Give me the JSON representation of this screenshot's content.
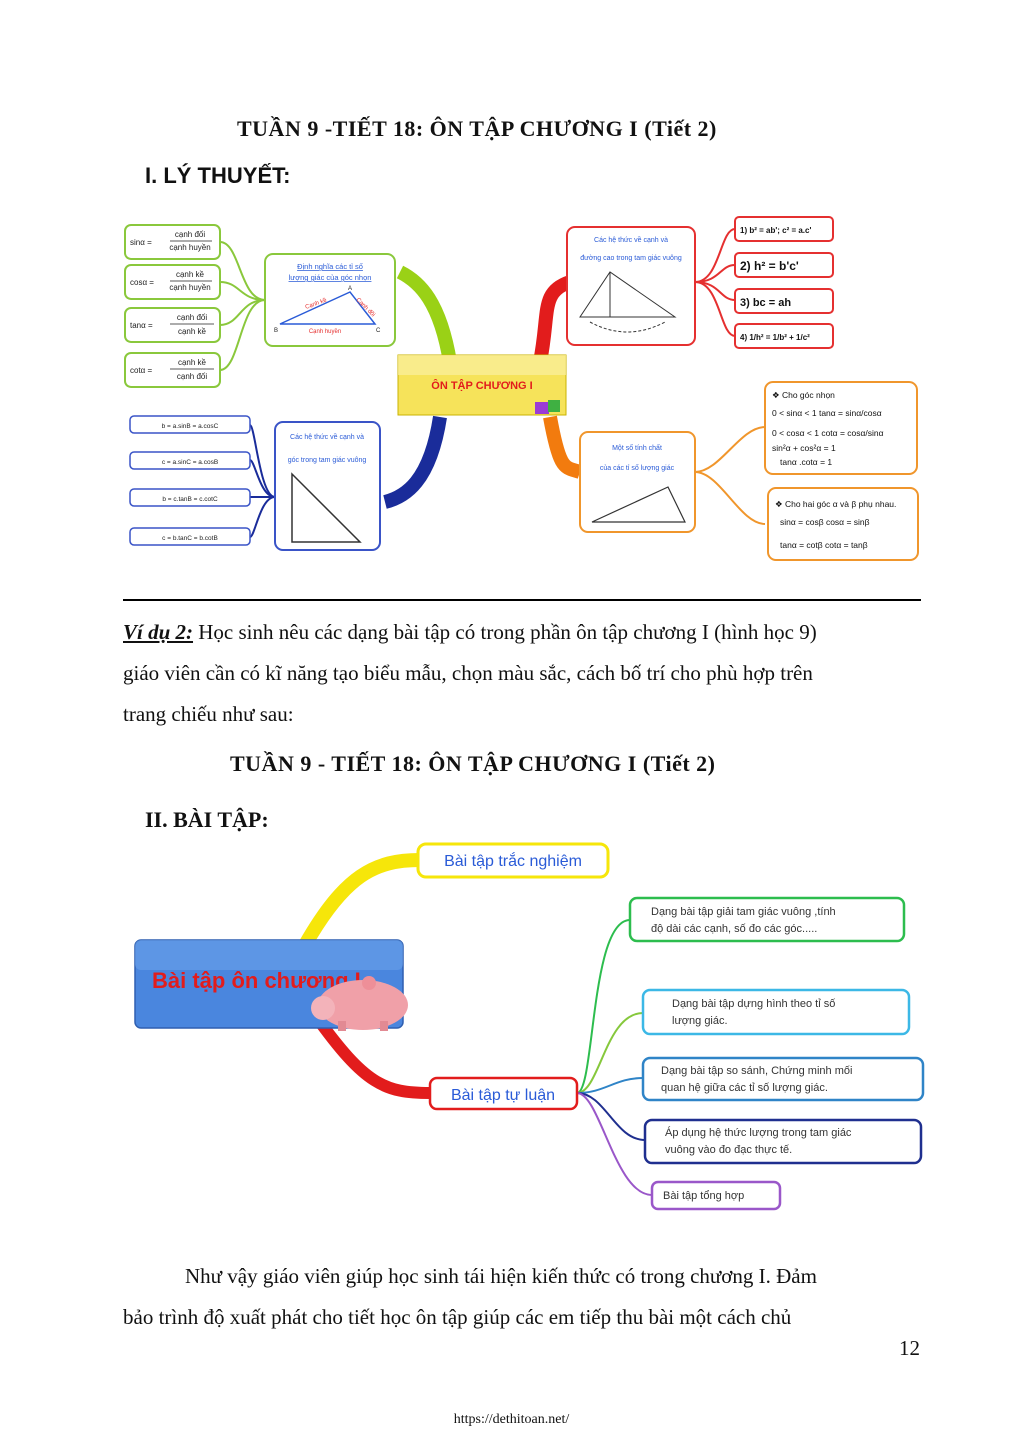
{
  "page": {
    "title_1": "TUẦN 9 -TIẾT 18:  ÔN TẬP CHƯƠNG I  (Tiết 2)",
    "section_1": "I. LÝ THUYẾT:",
    "example_label": "Ví dụ 2:",
    "example_text_1": " Học sinh nêu các dạng bài tập có trong phần ôn tập chương I (hình học 9)",
    "example_text_2": "giáo viên cần có kĩ năng tạo biểu mẫu, chọn màu sắc, cách bố trí cho phù hợp trên",
    "example_text_3": "trang chiếu như sau:",
    "title_2": "TUẦN 9 - TIẾT 18:  ÔN TẬP CHƯƠNG I  (Tiết 2)",
    "section_2": "II. BÀI TẬP:",
    "closing_1": "Như vậy giáo viên giúp học sinh tái hiện kiến thức có trong chương I. Đảm",
    "closing_2": "bảo trình độ xuất phát cho tiết học ôn tập giúp các em tiếp thu bài một cách chủ",
    "page_number": "12",
    "footer_url": "https://dethitoan.net/"
  },
  "mindmap_1": {
    "center": "ÔN TẬP CHƯƠNG I",
    "def_box_title_1": "Định nghĩa các tỉ số",
    "def_box_title_2": "lượng giác của góc nhọn",
    "def_tri_labels": {
      "adj": "Cạnh kề",
      "opp": "Cạnh đối",
      "hyp": "Cạnh huyền",
      "A": "A",
      "B": "B",
      "C": "C"
    },
    "ratios": [
      {
        "lhs": "sinα =",
        "num": "cạnh đối",
        "den": "cạnh huyền"
      },
      {
        "lhs": "cosα =",
        "num": "cạnh kề",
        "den": "cạnh huyền"
      },
      {
        "lhs": "tanα =",
        "num": "cạnh đối",
        "den": "cạnh kề"
      },
      {
        "lhs": "cotα =",
        "num": "cạnh kề",
        "den": "cạnh đối"
      }
    ],
    "rel_box_title_1": "Các hệ thức về cạnh và",
    "rel_box_title_2": "đường cao trong tam giác vuông",
    "rel_formulas": [
      "1) b² = ab'; c² = a.c'",
      "2) h² = b'c'",
      "3) bc = ah",
      "4) 1/h² = 1/b² + 1/c²"
    ],
    "angle_box_title_1": "Các hệ thức về cạnh và",
    "angle_box_title_2": "góc trong tam giác vuông",
    "angle_formulas": [
      "b = a.sinB = a.cosC",
      "c = a.sinC = a.cosB",
      "b = c.tanB = c.cotC",
      "c = b.tanC = b.cotB"
    ],
    "prop_box_title_1": "Một số tính chất",
    "prop_box_title_2": "của các tỉ số lượng giác",
    "prop_1_lines": [
      "❖ Cho góc nhọn",
      "0 < sinα < 1   tanα = sinα/cosα",
      "0 < cosα < 1   cotα = cosα/sinα",
      "sin²α + cos²α = 1",
      "tanα .cotα =  1"
    ],
    "prop_2_lines": [
      "❖ Cho hai góc α và β phụ nhau.",
      "sinα = cosβ   cosα = sinβ",
      "tanα = cotβ   cotα = tanβ"
    ]
  },
  "mindmap_2": {
    "center": "Bài tập ôn chương I",
    "multiple_choice": "Bài tập trắc nghiệm",
    "essay": "Bài tập tự luận",
    "items": [
      {
        "line1": "Dạng bài tập giải tam giác vuông ,tính",
        "line2": "độ dài các cạnh, số đo các góc....."
      },
      {
        "line1": "Dạng bài tập dựng hình theo tỉ số",
        "line2": "lượng giác."
      },
      {
        "line1": "Dạng bài tập so sánh, Chứng minh mối",
        "line2": "quan hệ giữa các tỉ số lượng giác."
      },
      {
        "line1": "Áp dụng hệ thức lượng trong tam giác",
        "line2": "vuông vào đo đạc thực tế."
      },
      {
        "line1": "Bài tập tổng hợp",
        "line2": ""
      }
    ]
  },
  "colors": {
    "green_branch": "#9ad116",
    "red_branch": "#e21c1c",
    "navy_branch": "#1a2c9a",
    "orange_branch": "#f27b0e",
    "box_red": "#e53030",
    "box_green": "#8ac83c",
    "box_blue": "#3a54c7",
    "box_orange": "#f0962c",
    "yellow": "#f6e60a",
    "blue_center": "#4a86de"
  }
}
